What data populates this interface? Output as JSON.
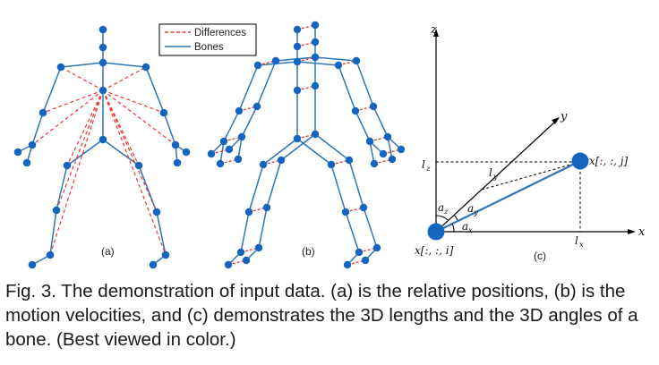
{
  "legend": {
    "differences_label": "Differences",
    "bones_label": "Bones"
  },
  "panels": {
    "a_label": "(a)",
    "b_label": "(b)",
    "c_label": "(c)"
  },
  "axes": {
    "x": "x",
    "y": "y",
    "z": "z"
  },
  "math_labels": {
    "lz": "l",
    "lz_sub": "z",
    "ly": "l",
    "ly_sub": "y",
    "lx": "l",
    "lx_sub": "x",
    "az": "a",
    "az_sub": "z",
    "ay": "a",
    "ay_sub": "y",
    "ax": "a",
    "ax_sub": "x",
    "joint_i": "x[:, :, i]",
    "joint_j": "x[:, :, j]"
  },
  "colors": {
    "bone": "#2e75b6",
    "joint": "#1565c0",
    "difference": "#e53935",
    "axis": "#000000"
  },
  "caption": "Fig. 3. The demonstration of input data. (a) is the relative positions, (b) is the motion velocities, and (c) demonstrates the 3D lengths and the 3D angles of a bone. (Best viewed in color.)"
}
